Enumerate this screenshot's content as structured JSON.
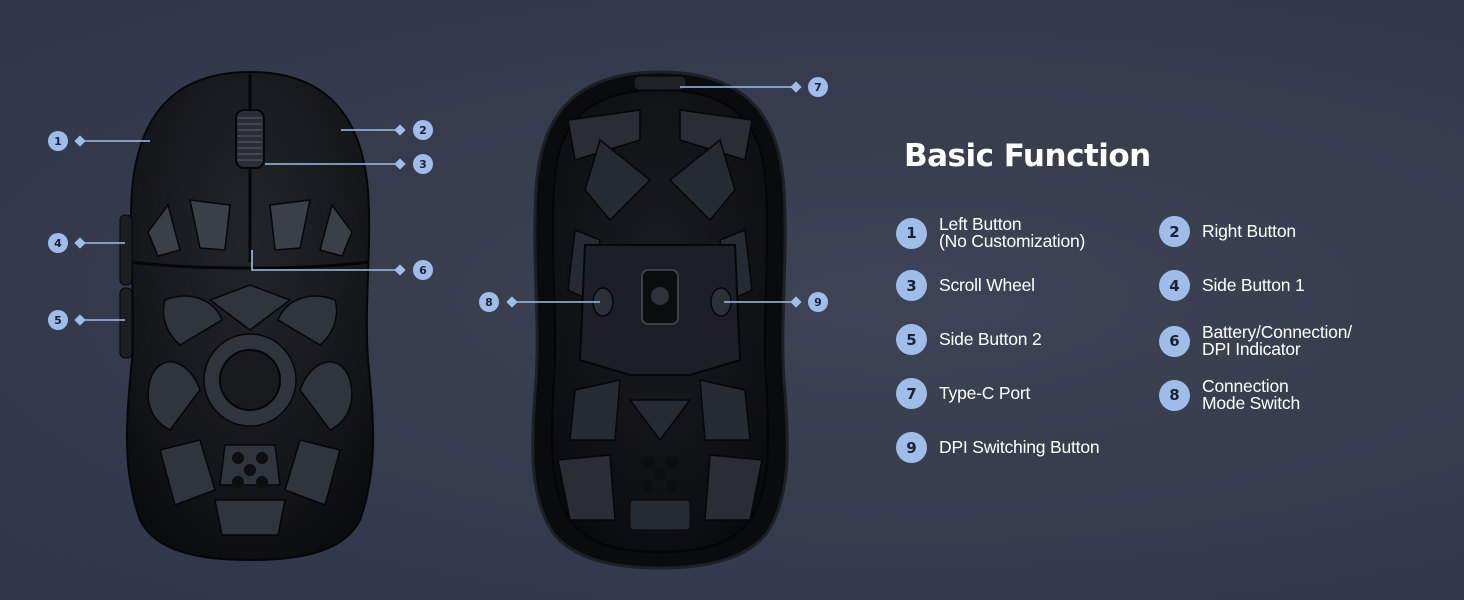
{
  "heading": "Basic Function",
  "callouts": [
    "1",
    "2",
    "3",
    "4",
    "5",
    "6",
    "7",
    "8",
    "9"
  ],
  "legend": [
    {
      "number": "1",
      "lines": [
        "Left Button",
        "(No Customization)"
      ]
    },
    {
      "number": "2",
      "lines": [
        "Right Button"
      ]
    },
    {
      "number": "3",
      "lines": [
        "Scroll Wheel"
      ]
    },
    {
      "number": "4",
      "lines": [
        "Side Button 1"
      ]
    },
    {
      "number": "5",
      "lines": [
        "Side Button 2"
      ]
    },
    {
      "number": "6",
      "lines": [
        "Battery/Connection/",
        "DPI Indicator"
      ]
    },
    {
      "number": "7",
      "lines": [
        "Type-C Port"
      ]
    },
    {
      "number": "8",
      "lines": [
        "Connection",
        "Mode Switch"
      ]
    },
    {
      "number": "9",
      "lines": [
        "DPI Switching Button"
      ]
    }
  ],
  "colors": {
    "background": "#373d4d",
    "badge": "#9fbde8",
    "leader_line": "#9fbde8",
    "mouse_body": "#111317"
  }
}
